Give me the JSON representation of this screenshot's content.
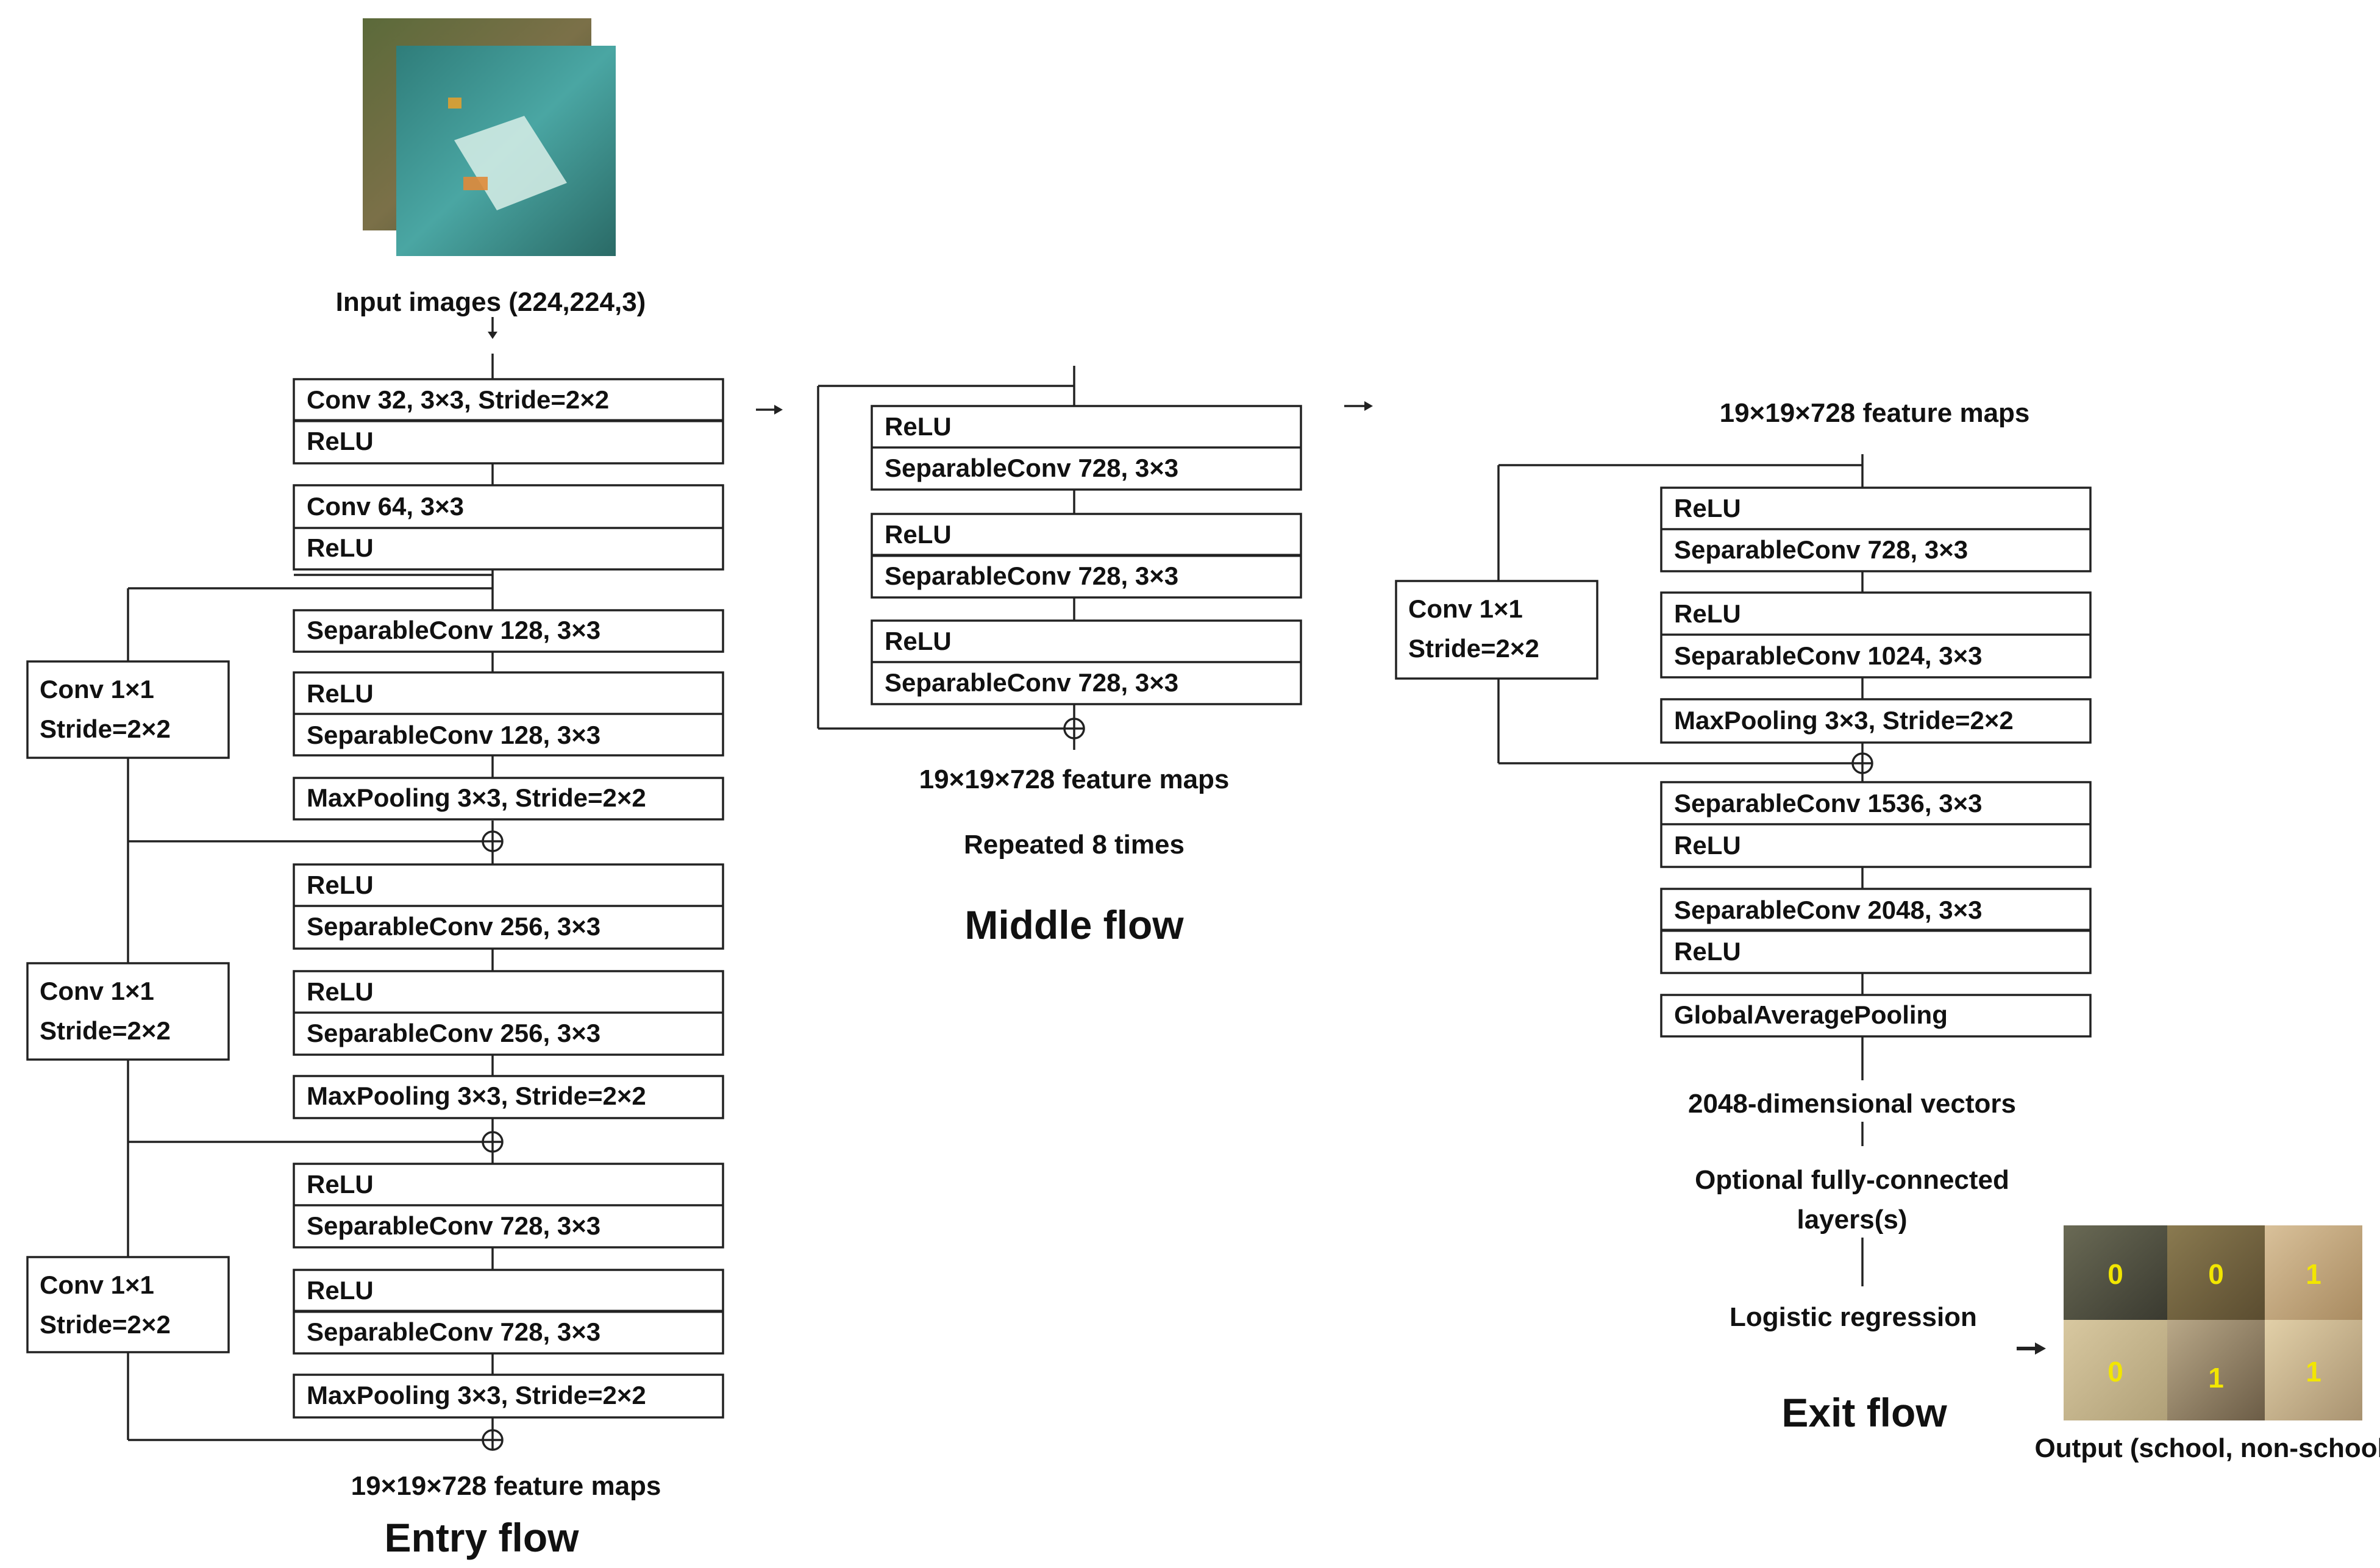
{
  "entry": {
    "input_label": "Input images (224,224,3)",
    "stem": [
      {
        "top": "Conv 32, 3×3, Stride=2×2",
        "bottom": "ReLU"
      },
      {
        "top": "Conv 64, 3×3",
        "bottom": "ReLU"
      }
    ],
    "blocks": [
      {
        "shortcut": [
          "Conv 1×1",
          "Stride=2×2"
        ],
        "layers": [
          [
            "SeparableConv 128, 3×3"
          ],
          [
            "ReLU",
            "SeparableConv 128, 3×3"
          ],
          [
            "MaxPooling 3×3, Stride=2×2"
          ]
        ]
      },
      {
        "shortcut": [
          "Conv 1×1",
          "Stride=2×2"
        ],
        "layers": [
          [
            "ReLU",
            "SeparableConv 256, 3×3"
          ],
          [
            "ReLU",
            "SeparableConv 256, 3×3"
          ],
          [
            "MaxPooling 3×3, Stride=2×2"
          ]
        ]
      },
      {
        "shortcut": [
          "Conv 1×1",
          "Stride=2×2"
        ],
        "layers": [
          [
            "ReLU",
            "SeparableConv 728, 3×3"
          ],
          [
            "ReLU",
            "SeparableConv 728, 3×3"
          ],
          [
            "MaxPooling 3×3, Stride=2×2"
          ]
        ]
      }
    ],
    "output_label": "19×19×728 feature maps",
    "title": "Entry flow"
  },
  "middle": {
    "layers": [
      [
        "ReLU",
        "SeparableConv 728, 3×3"
      ],
      [
        "ReLU",
        "SeparableConv 728, 3×3"
      ],
      [
        "ReLU",
        "SeparableConv 728, 3×3"
      ]
    ],
    "output_label": "19×19×728 feature maps",
    "repeat_label": "Repeated 8 times",
    "title": "Middle flow"
  },
  "exit": {
    "input_label": "19×19×728 feature maps",
    "shortcut": [
      "Conv 1×1",
      "Stride=2×2"
    ],
    "residual_layers": [
      [
        "ReLU",
        "SeparableConv 728, 3×3"
      ],
      [
        "ReLU",
        "SeparableConv 1024, 3×3"
      ],
      [
        "MaxPooling 3×3, Stride=2×2"
      ]
    ],
    "tail_layers": [
      [
        "SeparableConv 1536, 3×3",
        "ReLU"
      ],
      [
        "SeparableConv 2048, 3×3",
        "ReLU"
      ],
      [
        "GlobalAveragePooling"
      ]
    ],
    "vector_label": "2048-dimensional vectors",
    "fc_label": [
      "Optional fully-connected",
      "layers(s)"
    ],
    "logistic_label": "Logistic regression",
    "title": "Exit flow",
    "output_label": "Output (school, non-school)",
    "output_tiles": [
      "0",
      "0",
      "1",
      "0",
      "1",
      "1"
    ]
  },
  "colors": {
    "line": "#222222",
    "tile_digit": "#f2e600"
  }
}
